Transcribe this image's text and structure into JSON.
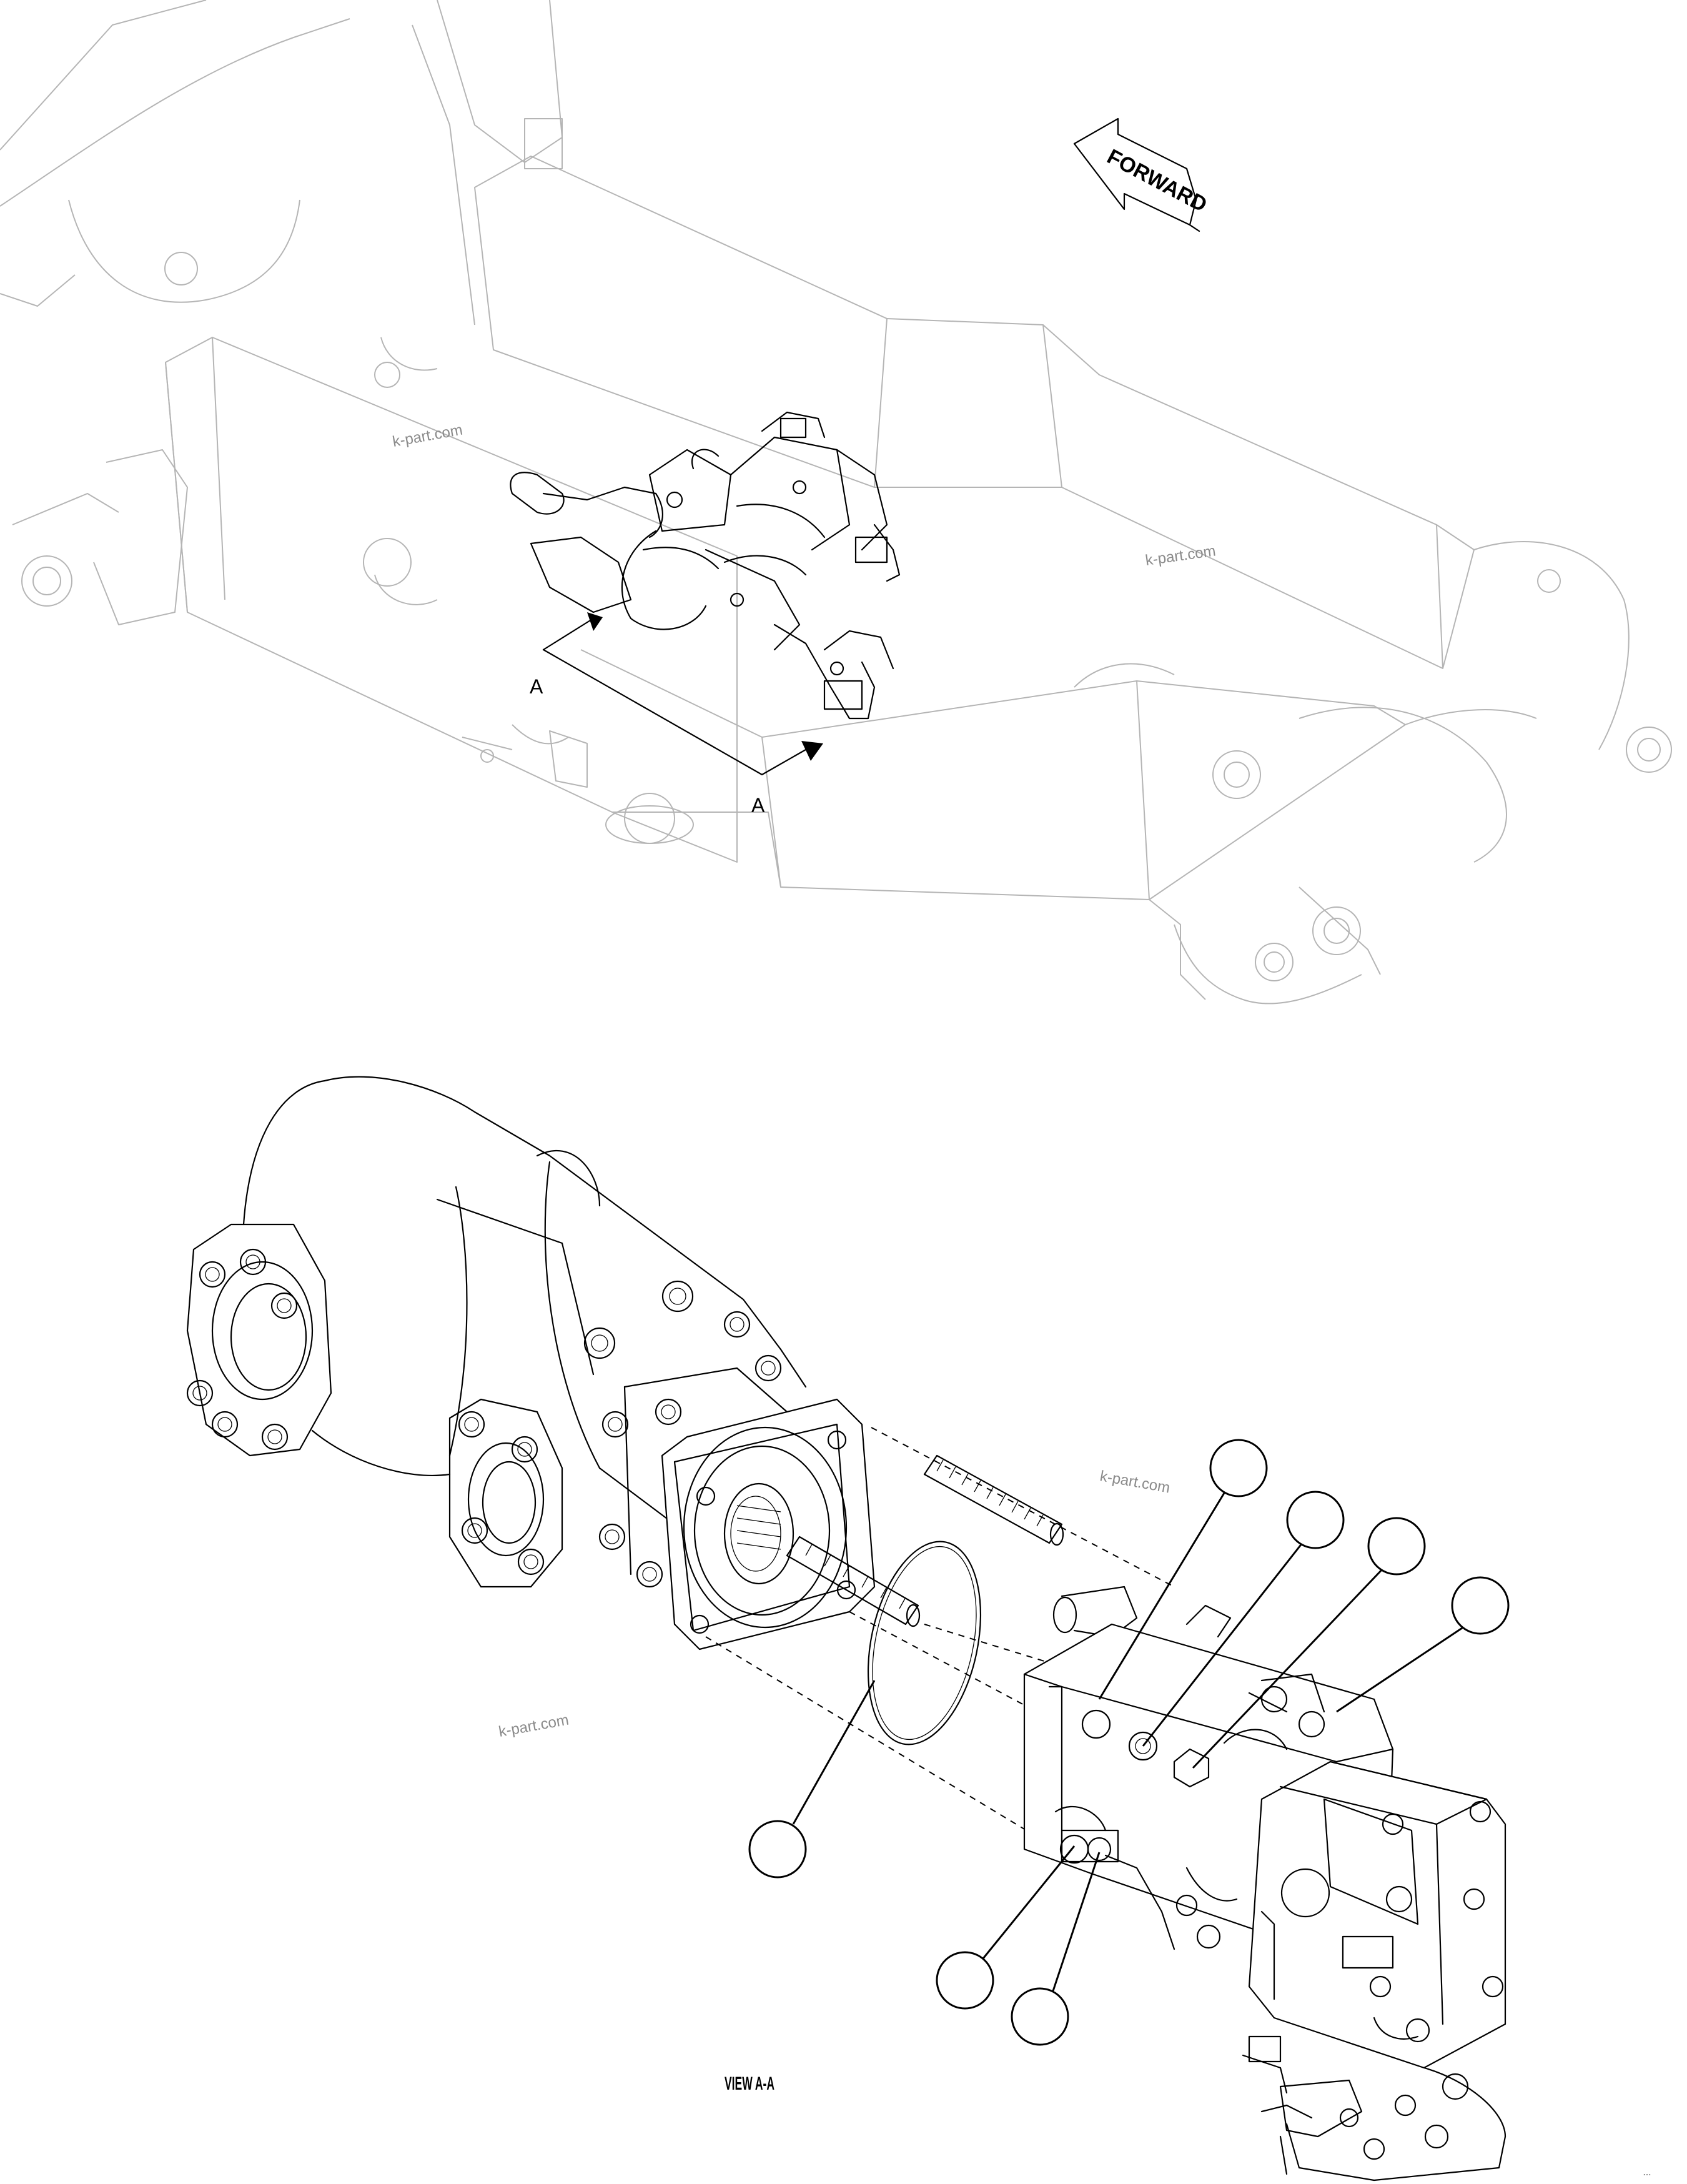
{
  "forward_label": "FORWARD",
  "section_marks": [
    "A",
    "A"
  ],
  "view_label": "VIEW A-A",
  "watermarks": [
    "k-part.com",
    "k-part.com",
    "k-part.com",
    "k-part.com"
  ],
  "callouts": [
    "",
    "",
    "",
    "",
    "",
    "",
    ""
  ],
  "drawing_id": "…"
}
